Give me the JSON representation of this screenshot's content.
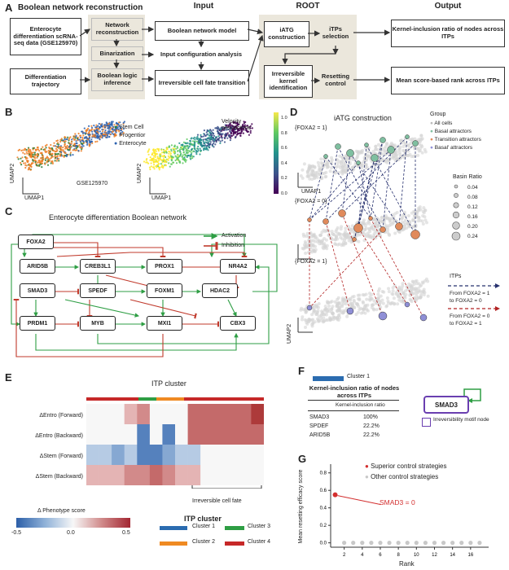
{
  "panelA": {
    "letter": "A",
    "title": "Boolean network reconstruction",
    "input_header": "Input",
    "root_header": "ROOT",
    "output_header": "Output",
    "box_data": "Enterocyte differentiation scRNA-seq data (GSE125970)",
    "box_traj": "Differentiation trajectory",
    "box_netrec": "Network reconstruction",
    "box_binar": "Binarization",
    "box_boollogic": "Boolean logic inference",
    "box_model": "Boolean network model",
    "box_config": "Input configuration analysis",
    "box_irrev": "Irreversible cell fate transition",
    "box_iatg": "iATG construction",
    "box_itps": "iTPs selection",
    "box_kernel": "Irreversible kernel identification",
    "box_reset": "Resetting control",
    "box_out1": "Kernel-inclusion ratio of nodes across ITPs",
    "box_out2": "Mean score-based rank across ITPs"
  },
  "panelB": {
    "letter": "B",
    "legend": [
      {
        "label": "Stem Cell",
        "color": "#2e7d32"
      },
      {
        "label": "Progentior",
        "color": "#ef7d22"
      },
      {
        "label": "Enterocyte",
        "color": "#2c62b0"
      }
    ],
    "dataset": "GSE125970",
    "umap1": "UMAP1",
    "umap2": "UMAP2",
    "velocity_label": "Velocity\npesudotime",
    "colorbar_ticks": [
      "1.0",
      "0.8",
      "0.6",
      "0.4",
      "0.2",
      "0.0"
    ]
  },
  "panelC": {
    "letter": "C",
    "title": "Enterocyte differentiation Boolean network",
    "legend_activation": "Activation",
    "legend_inhibition": "Inhibition",
    "nodes": [
      "FOXA2",
      "ARID5B",
      "CREB3L1",
      "PROX1",
      "NR4A2",
      "SMAD3",
      "SPEDF",
      "FOXM1",
      "HDAC2",
      "PRDM1",
      "MYB",
      "MXI1",
      "CBX3"
    ]
  },
  "panelD": {
    "letter": "D",
    "title": "iATG construction",
    "layer_labels": [
      "{FOXA2 = 1}",
      "{FOXA2 = 0}",
      "{FOXA2 = 1}"
    ],
    "group_title": "Group",
    "groups": [
      {
        "label": "All cells",
        "color": "#cfcfcf"
      },
      {
        "label": "Basal attractors",
        "color": "#7fbfa0"
      },
      {
        "label": "Transition attractors",
        "color": "#e08a5b"
      },
      {
        "label": "Basal' attractors",
        "color": "#8f8fd6"
      }
    ],
    "basin_title": "Basin Ratio",
    "basin_values": [
      "0.04",
      "0.08",
      "0.12",
      "0.16",
      "0.20",
      "0.24"
    ],
    "itps_title": "ITPs",
    "itp_blue": "From FOXA2 = 1\nto FOXA2 = 0",
    "itp_red": "From FOXA2 = 0\nto FOXA2 = 1",
    "umap1": "UMAP1",
    "umap2": "UMAP2"
  },
  "panelE": {
    "letter": "E",
    "title": "ITP cluster",
    "rows": [
      "ΔEntro (Forward)",
      "ΔEntro (Backward)",
      "ΔStem (Forward)",
      "ΔStem (Backward)"
    ],
    "bracket_label": "Irreversible cell fate",
    "colorbar_title": "Δ Phenotype score",
    "colorbar_ticks": [
      "-0.5",
      "0.0",
      "0.5"
    ],
    "cluster_title": "ITP cluster",
    "clusters": [
      {
        "label": "Cluster 1",
        "color": "#2b6cb0"
      },
      {
        "label": "Cluster 3",
        "color": "#2e9e44"
      },
      {
        "label": "Cluster 2",
        "color": "#ef8a22"
      },
      {
        "label": "Cluster 4",
        "color": "#c62828"
      }
    ]
  },
  "panelF": {
    "letter": "F",
    "cluster_label": "Cluster 1",
    "table_title": "Kernel-inclusion ratio of nodes across ITPs",
    "col_header": "Kernel-inclusion ratio",
    "rows": [
      {
        "node": "SMAD3",
        "ratio": "100%"
      },
      {
        "node": "SPDEF",
        "ratio": "22.2%"
      },
      {
        "node": "ARID5B",
        "ratio": "22.2%"
      }
    ],
    "motif_node": "SMAD3",
    "motif_legend": "Irreversibility motif node"
  },
  "panelG": {
    "letter": "G",
    "legend_superior": "Superior control strategies",
    "legend_other": "Other control strategies",
    "annotation": "SMAD3 = 0",
    "ylabel": "Mean resetting efficacy score",
    "xlabel": "Rank",
    "colors": {
      "superior": "#d32f2f",
      "other": "#c8c8c8"
    }
  },
  "chart_data": {
    "type": "scatter",
    "xlabel": "Rank",
    "ylabel": "Mean resetting efficacy score",
    "xticks": [
      2,
      4,
      6,
      8,
      10,
      12,
      14,
      16
    ],
    "yticks": [
      0.0,
      0.2,
      0.4,
      0.6,
      0.8
    ],
    "xlim": [
      0.5,
      18
    ],
    "ylim": [
      -0.05,
      0.9
    ],
    "series": [
      {
        "name": "Superior control strategies",
        "x": [
          1
        ],
        "y": [
          0.55
        ]
      },
      {
        "name": "Other control strategies",
        "x": [
          2,
          3,
          4,
          5,
          6,
          7,
          8,
          9,
          10,
          11,
          12,
          13,
          14,
          15,
          16,
          17
        ],
        "y": [
          0,
          0,
          0,
          0,
          0,
          0,
          0,
          0,
          0,
          0,
          0,
          0,
          0,
          0,
          0,
          0
        ]
      }
    ]
  }
}
